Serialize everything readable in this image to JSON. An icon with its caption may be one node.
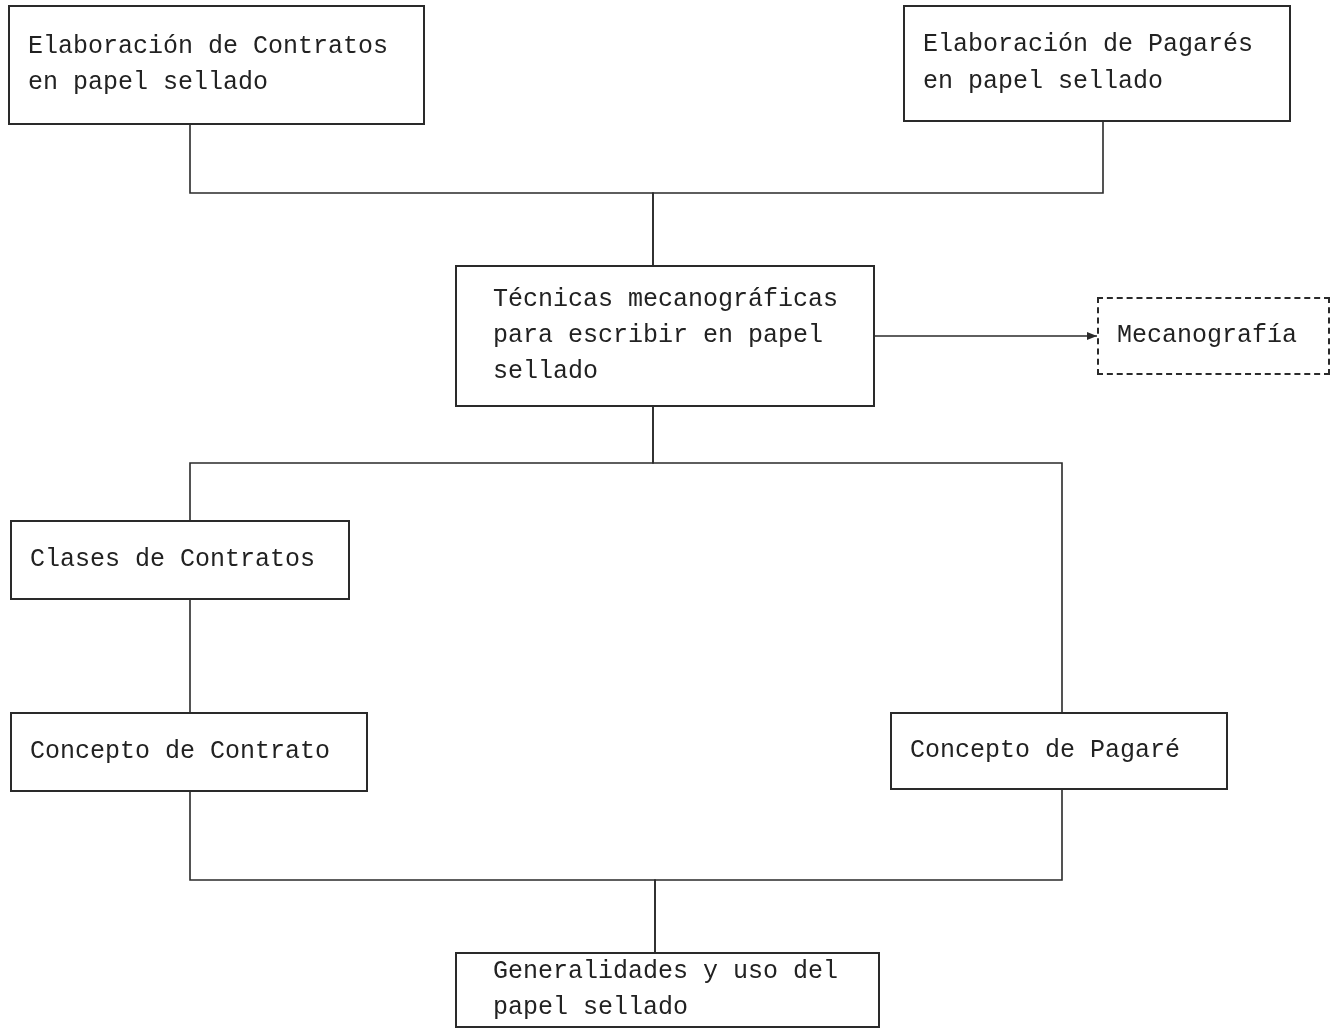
{
  "diagram": {
    "nodes": [
      {
        "text": [
          "Elaboración de Contratos en papel sellado"
        ]
      },
      {
        "text": [
          "Elaboración de Pagarés en papel sellado"
        ]
      },
      {
        "text": [
          "Técnicas mecanográficas para escribir en papel sellado"
        ]
      },
      {
        "text": [
          "Mecanografía"
        ]
      },
      {
        "text": [
          "Clases de Contratos"
        ]
      },
      {
        "text": [
          "Concepto de Contrato"
        ]
      },
      {
        "text": [
          "Concepto de Pagaré"
        ]
      },
      {
        "text": [
          "Generalidades y uso del papel sellado"
        ]
      }
    ],
    "edges": [
      {
        "from": 0,
        "to": 2,
        "arrow": "none"
      },
      {
        "from": 1,
        "to": 2,
        "arrow": "none"
      },
      {
        "from": 2,
        "to": 3,
        "arrow": "to"
      },
      {
        "from": 2,
        "to": 4,
        "arrow": "none"
      },
      {
        "from": 2,
        "to": 6,
        "arrow": "none"
      },
      {
        "from": 4,
        "to": 5,
        "arrow": "none"
      },
      {
        "from": 5,
        "to": 7,
        "arrow": "none"
      },
      {
        "from": 6,
        "to": 7,
        "arrow": "none"
      }
    ]
  }
}
